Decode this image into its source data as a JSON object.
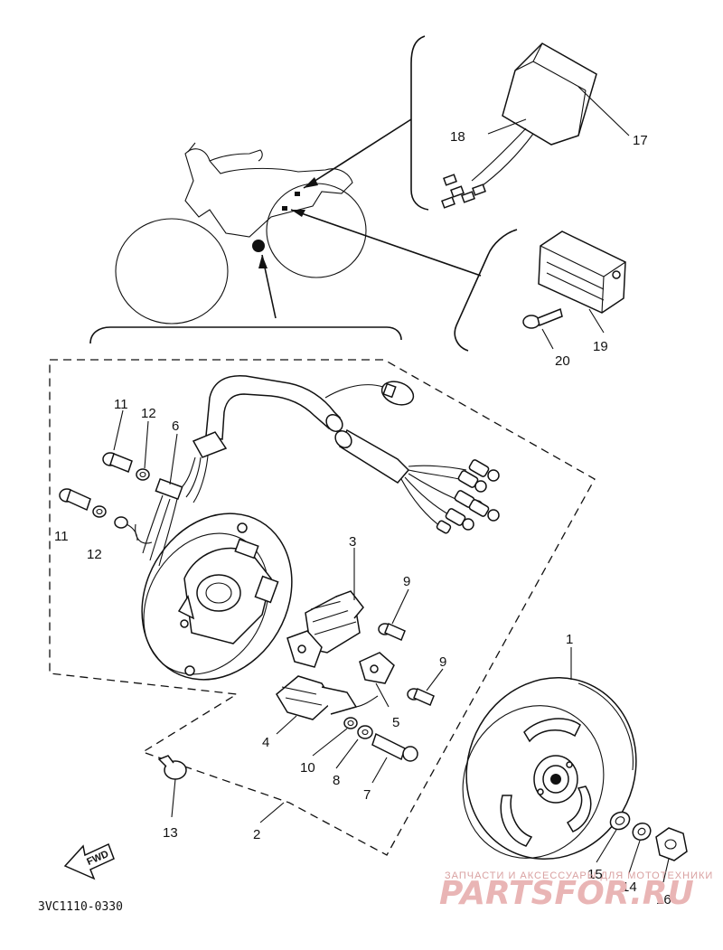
{
  "diagram_code": "3VC1110-0330",
  "fwd_label": "FWD",
  "watermark": {
    "tagline": "ЗАПЧАСТИ И АКСЕССУАРЫ ДЛЯ МОТОТЕХНИКИ",
    "brand": "PARTSFOR.RU"
  },
  "callouts": [
    "1",
    "2",
    "3",
    "4",
    "5",
    "6",
    "7",
    "8",
    "9",
    "9",
    "10",
    "11",
    "11",
    "12",
    "12",
    "13",
    "14",
    "15",
    "16",
    "17",
    "18",
    "19",
    "20"
  ],
  "colors": {
    "line": "#111111",
    "watermark": "#e9b5b5"
  }
}
